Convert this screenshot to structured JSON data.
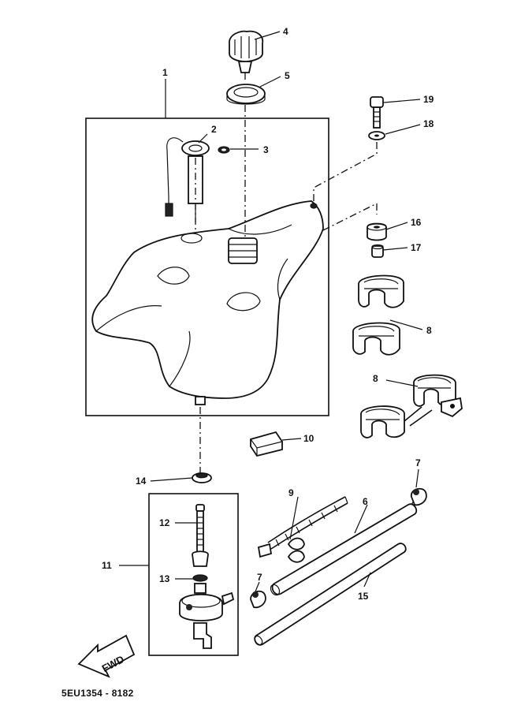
{
  "diagram": {
    "drawing_code": "5EU1354 - 8182",
    "fwd_label": "FWD",
    "callouts": {
      "c1": "1",
      "c2": "2",
      "c3": "3",
      "c4": "4",
      "c5": "5",
      "c6": "6",
      "c7a": "7",
      "c7b": "7",
      "c8a": "8",
      "c8b": "8",
      "c9": "9",
      "c10": "10",
      "c11": "11",
      "c12": "12",
      "c13": "13",
      "c14": "14",
      "c15": "15",
      "c16": "16",
      "c17": "17",
      "c18": "18",
      "c19": "19"
    }
  }
}
